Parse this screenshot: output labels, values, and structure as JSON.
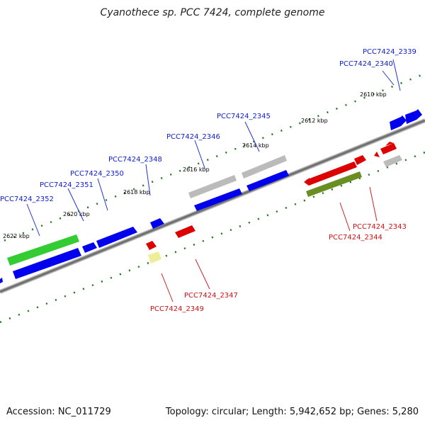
{
  "title": "Cyanothece sp. PCC 7424, complete genome",
  "footer": {
    "accession": "Accession: NC_011729",
    "info": "Topology: circular; Length: 5,942,652 bp; Genes: 5,280"
  },
  "colors": {
    "forward_gene": "#0000ee",
    "reverse_gene": "#ee0000",
    "grey_gene": "#b0b0b0",
    "green_gene": "#33cc33",
    "olive_gene": "#6b8e23",
    "pale_gene": "#eeee99",
    "label_forward": "#0000cc",
    "label_reverse": "#cc0000",
    "tick": "#006600",
    "backbone": "#8a8a8a"
  },
  "scale_labels": [
    "2610 kbp",
    "2612 kbp",
    "2614 kbp",
    "2616 kbp",
    "2618 kbp",
    "2620 kbp",
    "2622 kbp"
  ],
  "gene_labels_forward": [
    "PCC7424_2339",
    "PCC7424_2340",
    "PCC7424_2345",
    "PCC7424_2346",
    "PCC7424_2348",
    "PCC7424_2350",
    "PCC7424_2351",
    "PCC7424_2352"
  ],
  "gene_labels_reverse": [
    "PCC7424_2343",
    "PCC7424_2344",
    "PCC7424_2347",
    "PCC7424_2349"
  ]
}
